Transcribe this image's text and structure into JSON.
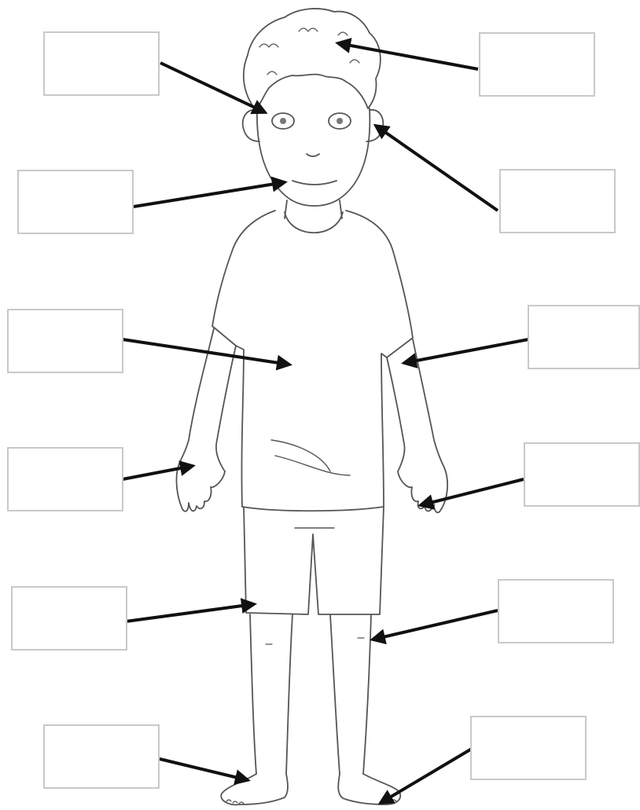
{
  "worksheet": {
    "labels": [
      {
        "id": "hair",
        "text": ""
      },
      {
        "id": "eye",
        "text": ""
      },
      {
        "id": "ear",
        "text": ""
      },
      {
        "id": "mouth",
        "text": ""
      },
      {
        "id": "chest",
        "text": ""
      },
      {
        "id": "arm",
        "text": ""
      },
      {
        "id": "hand-left",
        "text": ""
      },
      {
        "id": "hand-right",
        "text": ""
      },
      {
        "id": "knee-left",
        "text": ""
      },
      {
        "id": "knee-right",
        "text": ""
      },
      {
        "id": "foot-left",
        "text": ""
      },
      {
        "id": "foot-right",
        "text": ""
      }
    ]
  },
  "colors": {
    "outline": "#555555",
    "arrow": "#111111",
    "box_border": "#c9c9c9"
  }
}
